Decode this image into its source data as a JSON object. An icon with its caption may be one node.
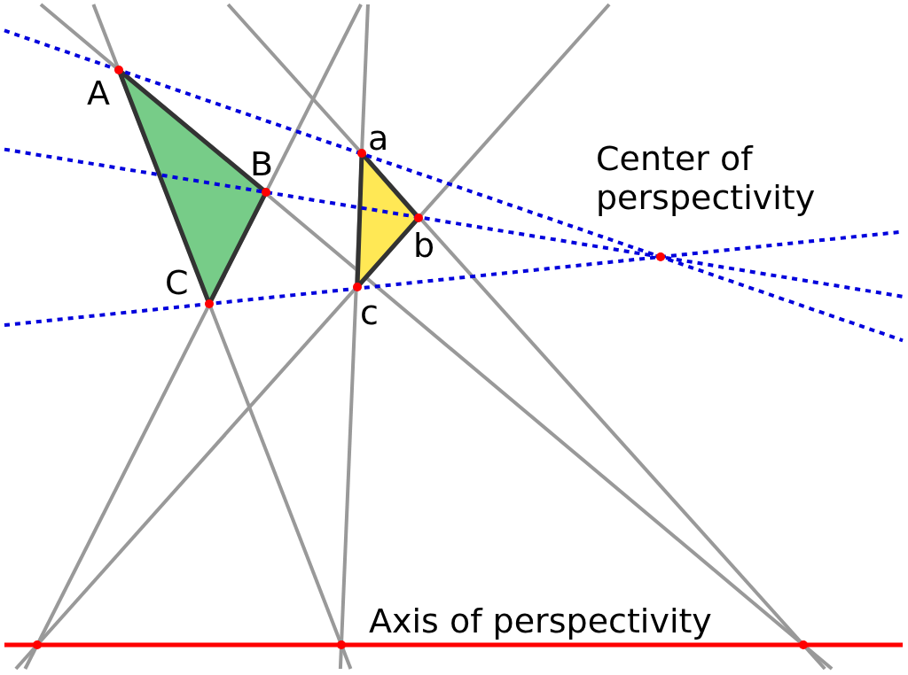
{
  "diagram": {
    "labels": [
      "A",
      "B",
      "a",
      "Center of perspectivity",
      "b",
      "C",
      "c",
      "Axis of perspectivity"
    ]
  }
}
